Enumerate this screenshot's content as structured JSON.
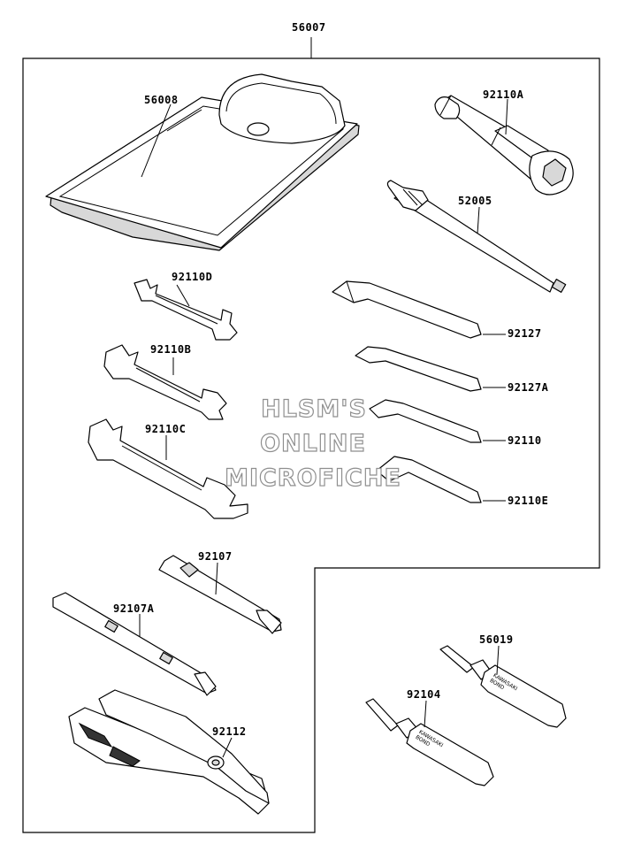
{
  "diagram": {
    "parts": {
      "kit": "56007",
      "pouch": "56008",
      "box_wrench": "92110A",
      "handle_rod": "52005",
      "wrench_d": "92110D",
      "wrench_b": "92110B",
      "wrench_c": "92110C",
      "hex_wrench_1": "92127",
      "hex_wrench_2": "92127A",
      "hex_wrench_3": "92110",
      "hex_wrench_4": "92110E",
      "screwdriver_bit": "92107",
      "screwdriver_handle": "92107A",
      "pliers": "92112",
      "bond_1": "56019",
      "bond_2": "92104"
    },
    "tube_text_1": [
      "KAWASAKI",
      "BOND"
    ],
    "tube_text_2": [
      "KAWASAKI",
      "BOND"
    ]
  },
  "watermark": {
    "line1": "HLSM'S",
    "line2": "ONLINE",
    "line3": "MICROFICHE"
  }
}
